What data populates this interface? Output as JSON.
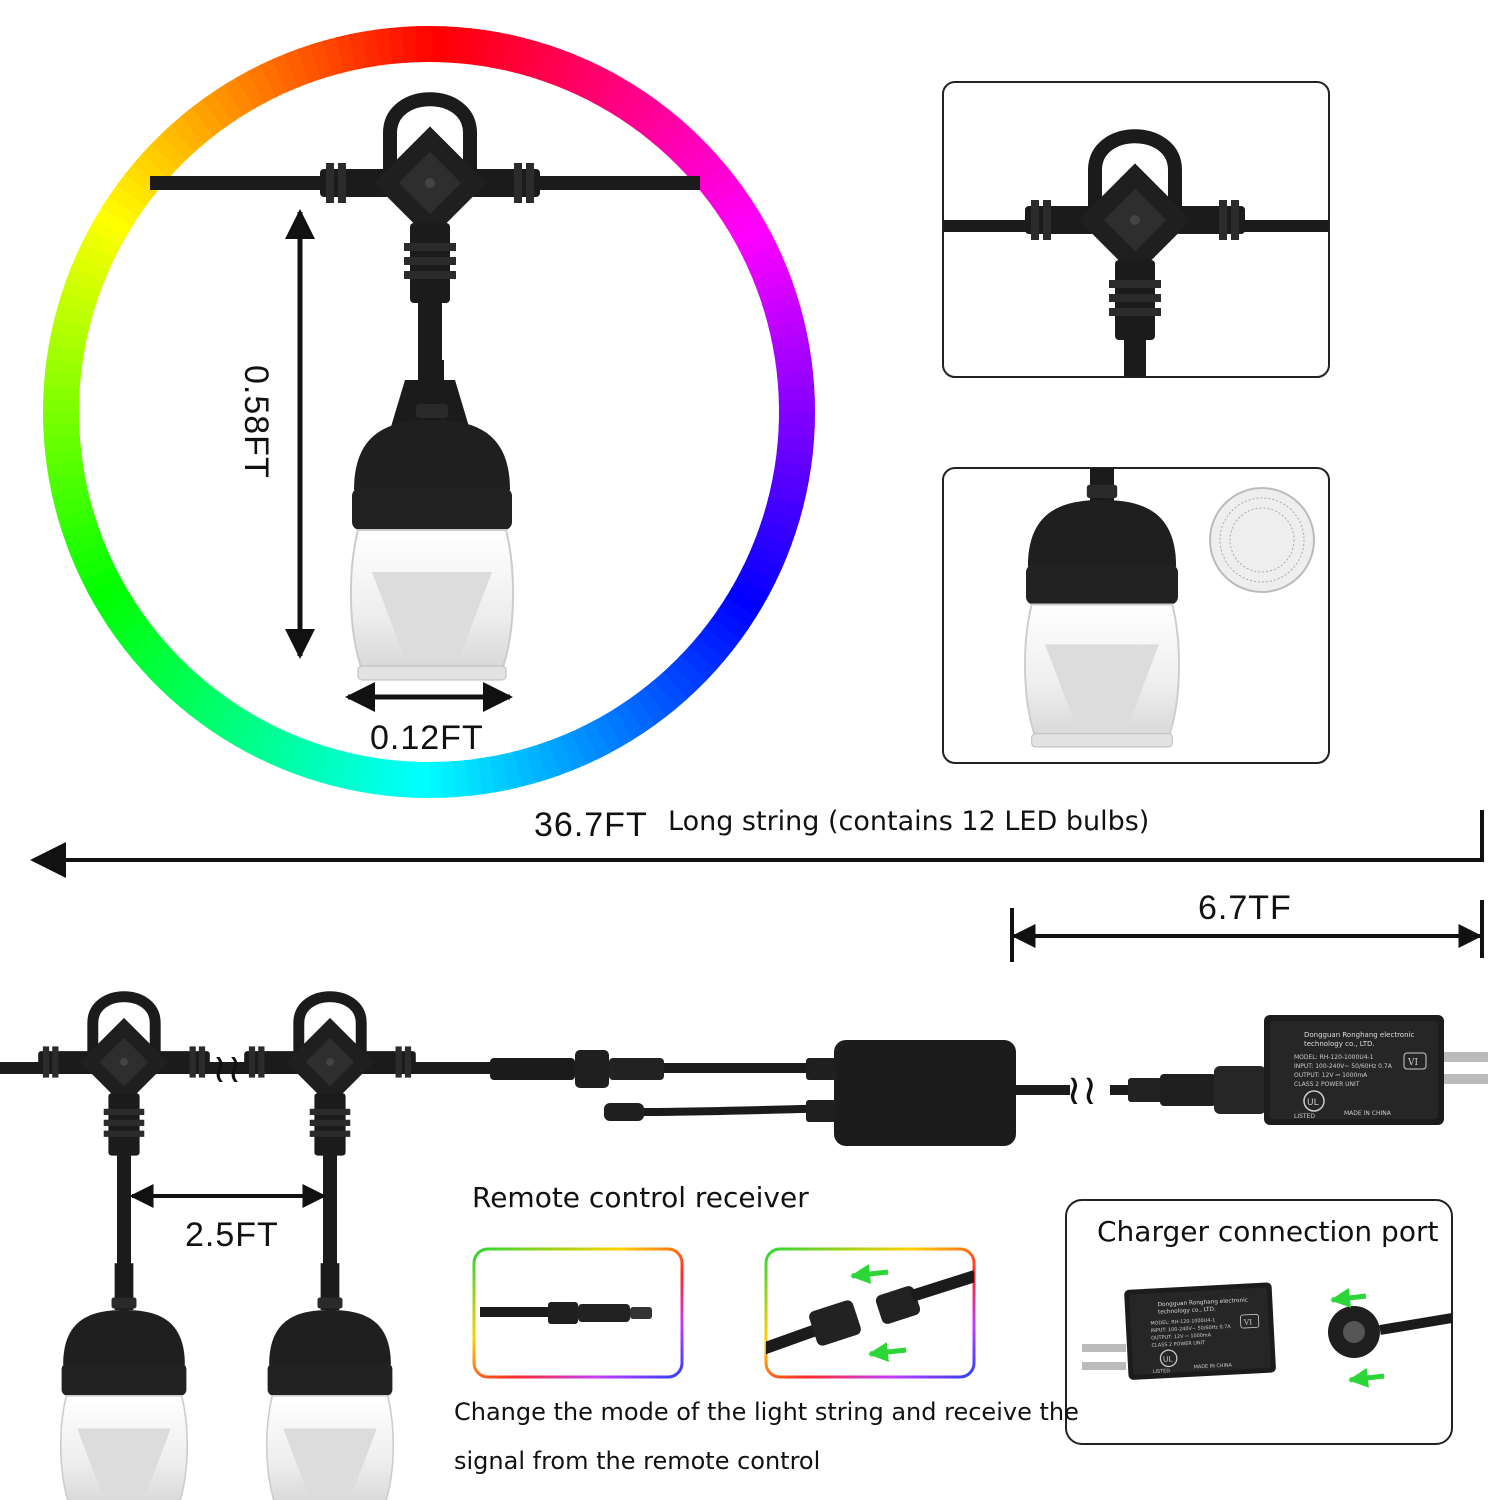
{
  "dimensions": {
    "bulb_height": "0.58FT",
    "bulb_width": "0.12FT",
    "string_length": "36.7FT",
    "lead_length": "6.7TF",
    "bulb_spacing": "2.5FT"
  },
  "captions": {
    "string_description": "Long string (contains 12 LED bulbs)",
    "receiver_title": "Remote control receiver",
    "receiver_desc_line1": "Change the mode of the light string and receive the",
    "receiver_desc_line2": "signal from the remote control",
    "charger_title": "Charger connection port"
  },
  "colors": {
    "cable": "#1b1b1b",
    "bulb_glass": "#f4f4f4",
    "arrow_green": "#2bd636",
    "panel_border": "#222222"
  },
  "icons": [
    "rgb-color-ring",
    "bulb-icon",
    "connector-icon",
    "receiver-box-icon",
    "power-adapter-icon",
    "arrow-icon"
  ]
}
